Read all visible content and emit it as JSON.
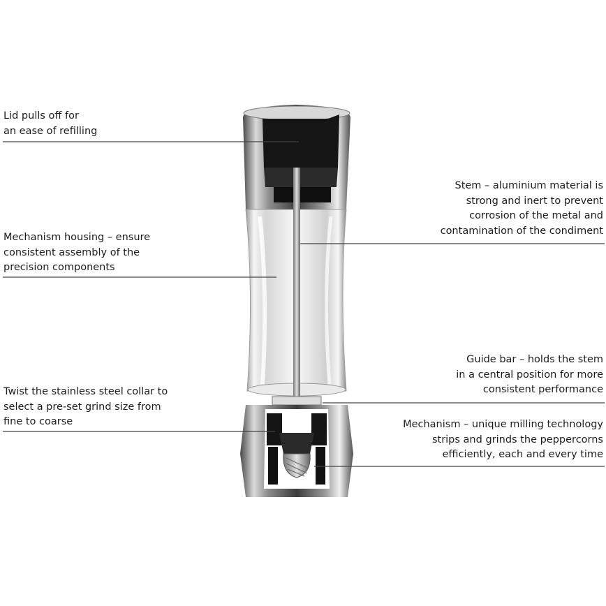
{
  "callouts": {
    "lid": {
      "lines": [
        "Lid pulls off for",
        "an ease of refilling"
      ]
    },
    "housing": {
      "lines": [
        "Mechanism housing – ensure",
        "consistent assembly of the",
        "precision components"
      ]
    },
    "collar": {
      "lines": [
        "Twist the stainless steel collar to",
        "select a pre-set grind size from",
        "fine to coarse"
      ]
    },
    "stem": {
      "lines": [
        "Stem – aluminium material is",
        "strong and inert to prevent",
        "corrosion of the metal and",
        "contamination of the condiment"
      ]
    },
    "guide_bar": {
      "lines": [
        "Guide bar – holds the stem",
        "in a central position for more",
        "consistent performance"
      ]
    },
    "mechanism": {
      "lines": [
        "Mechanism – unique milling technology",
        "strips and grinds the peppercorns",
        "efficiently, each and every time"
      ]
    }
  },
  "colors": {
    "leader_line": "#444444",
    "steel_dark": "#3a3a3a",
    "steel_light": "#e8e8e8",
    "mechanism_black": "#151515"
  }
}
